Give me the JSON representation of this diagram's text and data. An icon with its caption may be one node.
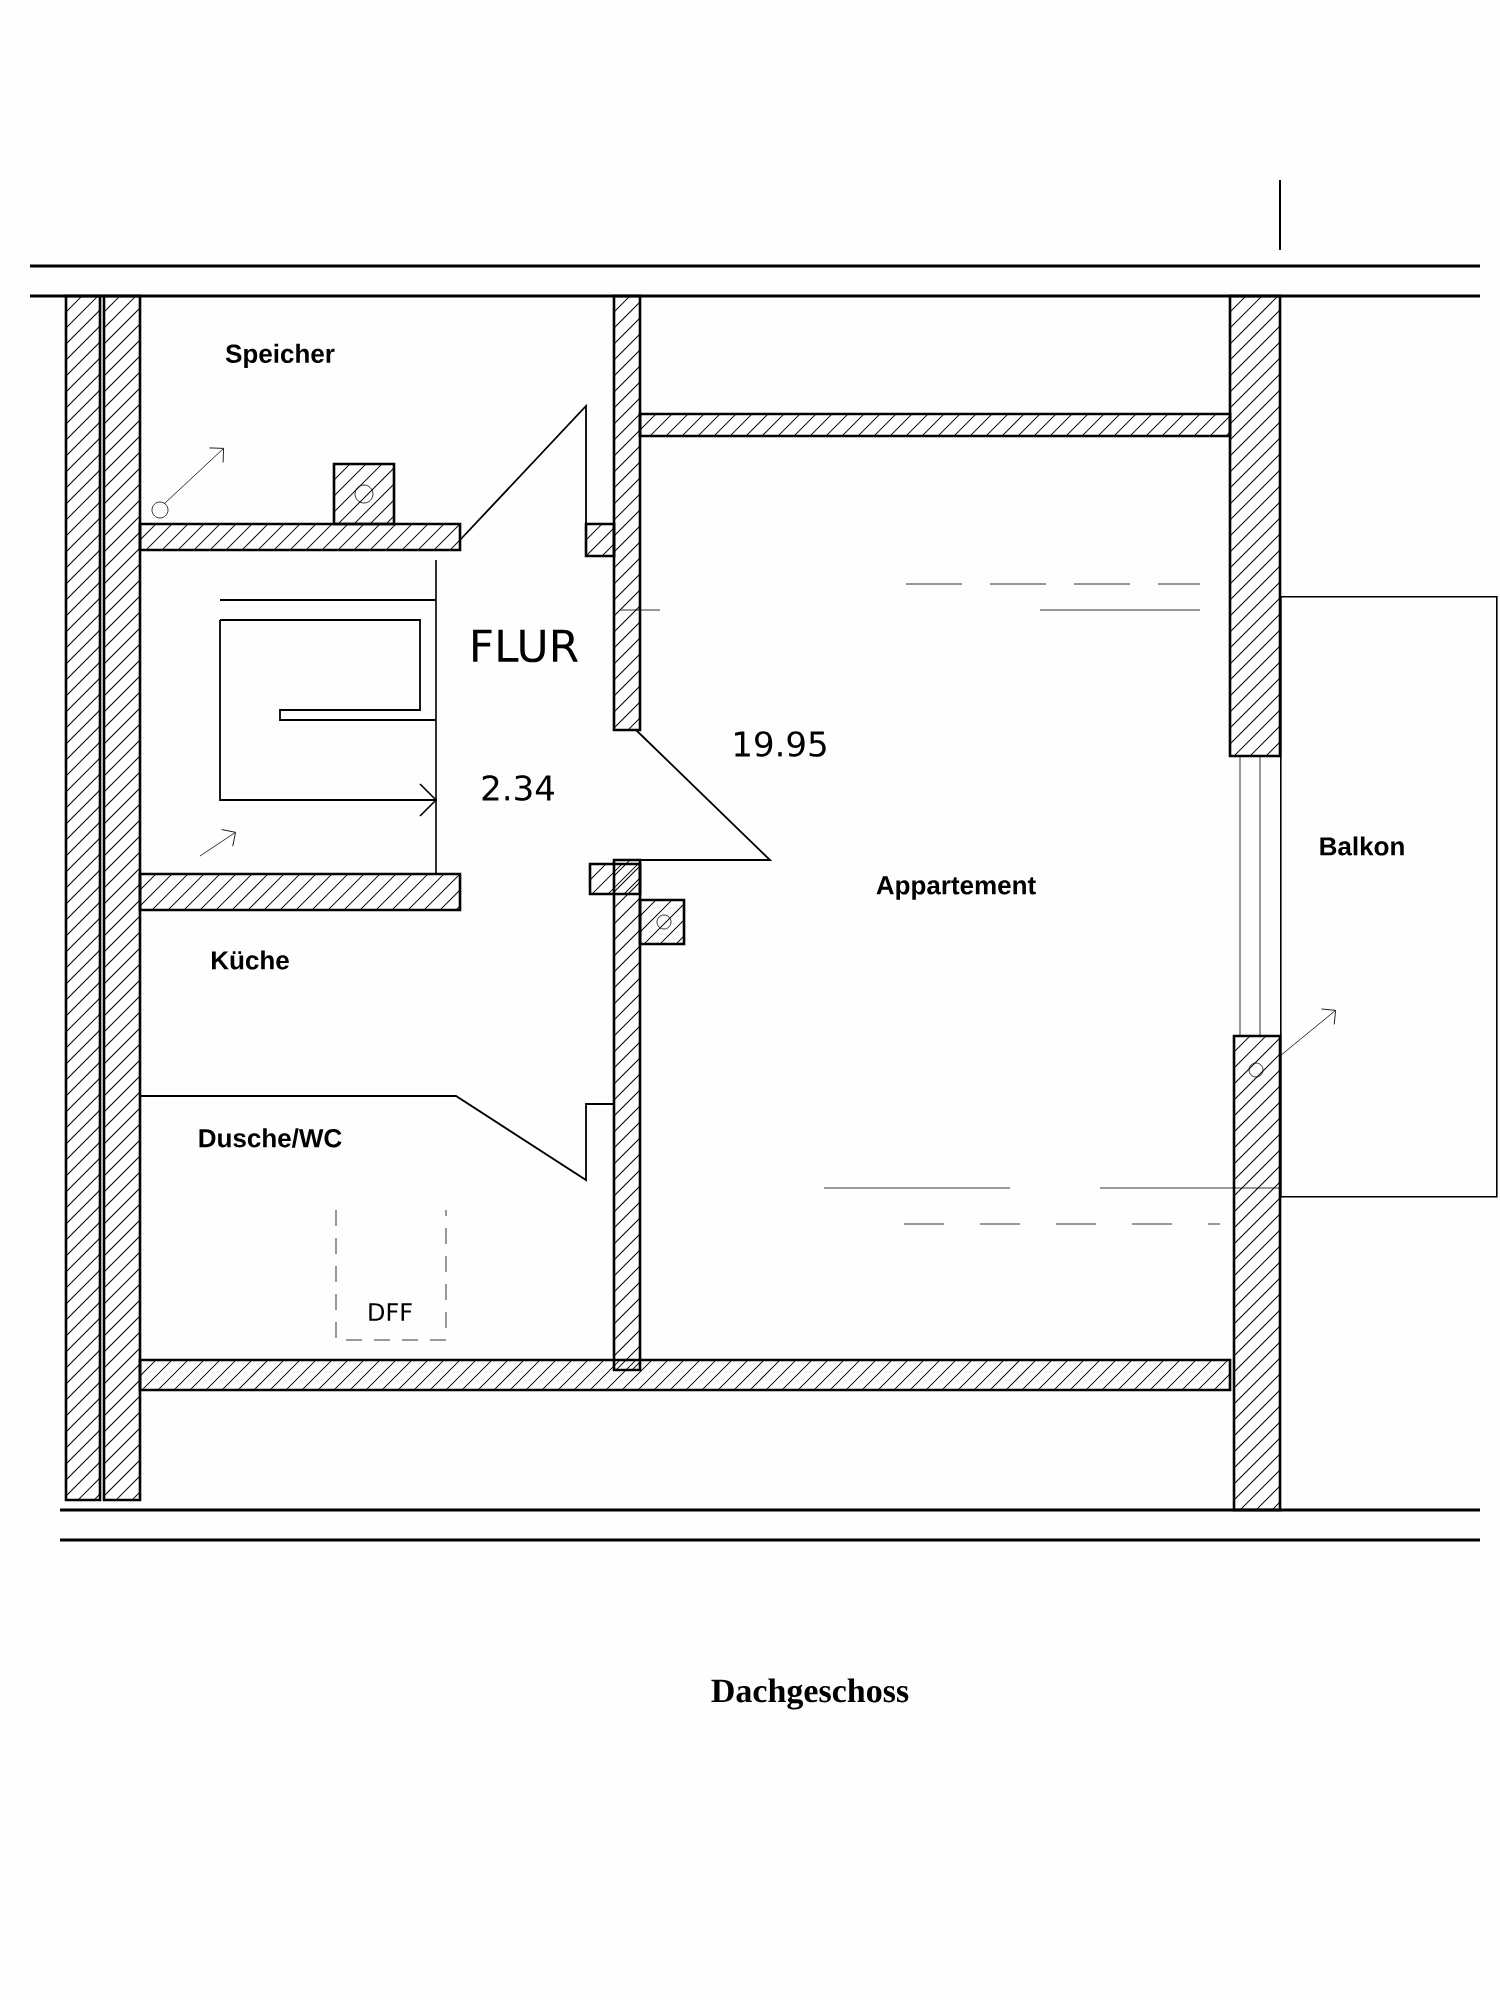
{
  "diagram": {
    "caption": "Dachgeschoss",
    "nodes": [
      {
        "text": [
          "Balkon"
        ]
      }
    ],
    "labels": [
      "Speicher",
      "FLUR",
      "19.95",
      "2.34",
      "Appartement",
      "Küche",
      "Dusche/WC",
      "DFF"
    ]
  }
}
